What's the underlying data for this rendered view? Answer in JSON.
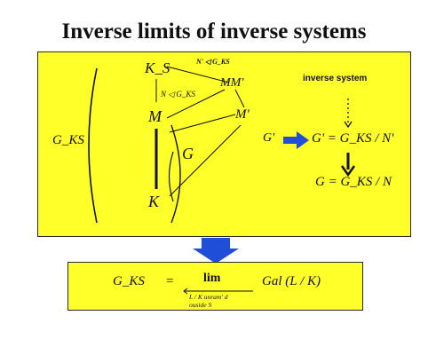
{
  "title": "Inverse limits of inverse systems",
  "diagram": {
    "gks_left": "G_KS",
    "k_s": "K_S",
    "n_normal_top": "N' ◁ G_KS",
    "mm_prime": "MM'",
    "n_normal_left": "N ◁ G_KS",
    "m": "M",
    "m_prime": "M'",
    "g": "G",
    "k": "K",
    "g_prime": "G'",
    "inverse_system_label": "inverse system",
    "g_prime_equation": "G' = G_KS / N'",
    "g_equation": "G = G_KS / N"
  },
  "formula": {
    "lhs": "G_KS",
    "equals": "=",
    "lim": "lim",
    "subscript_line1": "L / K unram' d",
    "subscript_line2": "ouside S",
    "rhs": "Gal (L / K)"
  },
  "colors": {
    "box_fill": "#ffff2a",
    "arrow_blue": "#1f4fd8"
  }
}
